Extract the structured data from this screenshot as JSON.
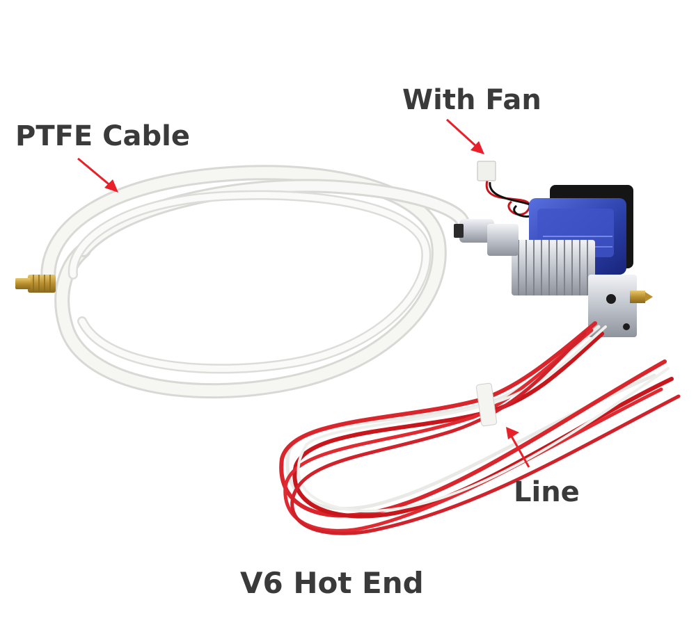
{
  "labels": {
    "ptfe": "PTFE Cable",
    "fan": "With Fan",
    "line": "Line",
    "product": "V6 Hot End"
  },
  "colors": {
    "label_text": "#3a3a3a",
    "arrow": "#e8202a",
    "ptfe_tube": "#f4f4f2",
    "wire_red": "#d8262c",
    "wire_white": "#efefef",
    "fan_blue": "#2a3fa8",
    "heatsink": "#c9ccd2",
    "brass": "#c9a447"
  }
}
